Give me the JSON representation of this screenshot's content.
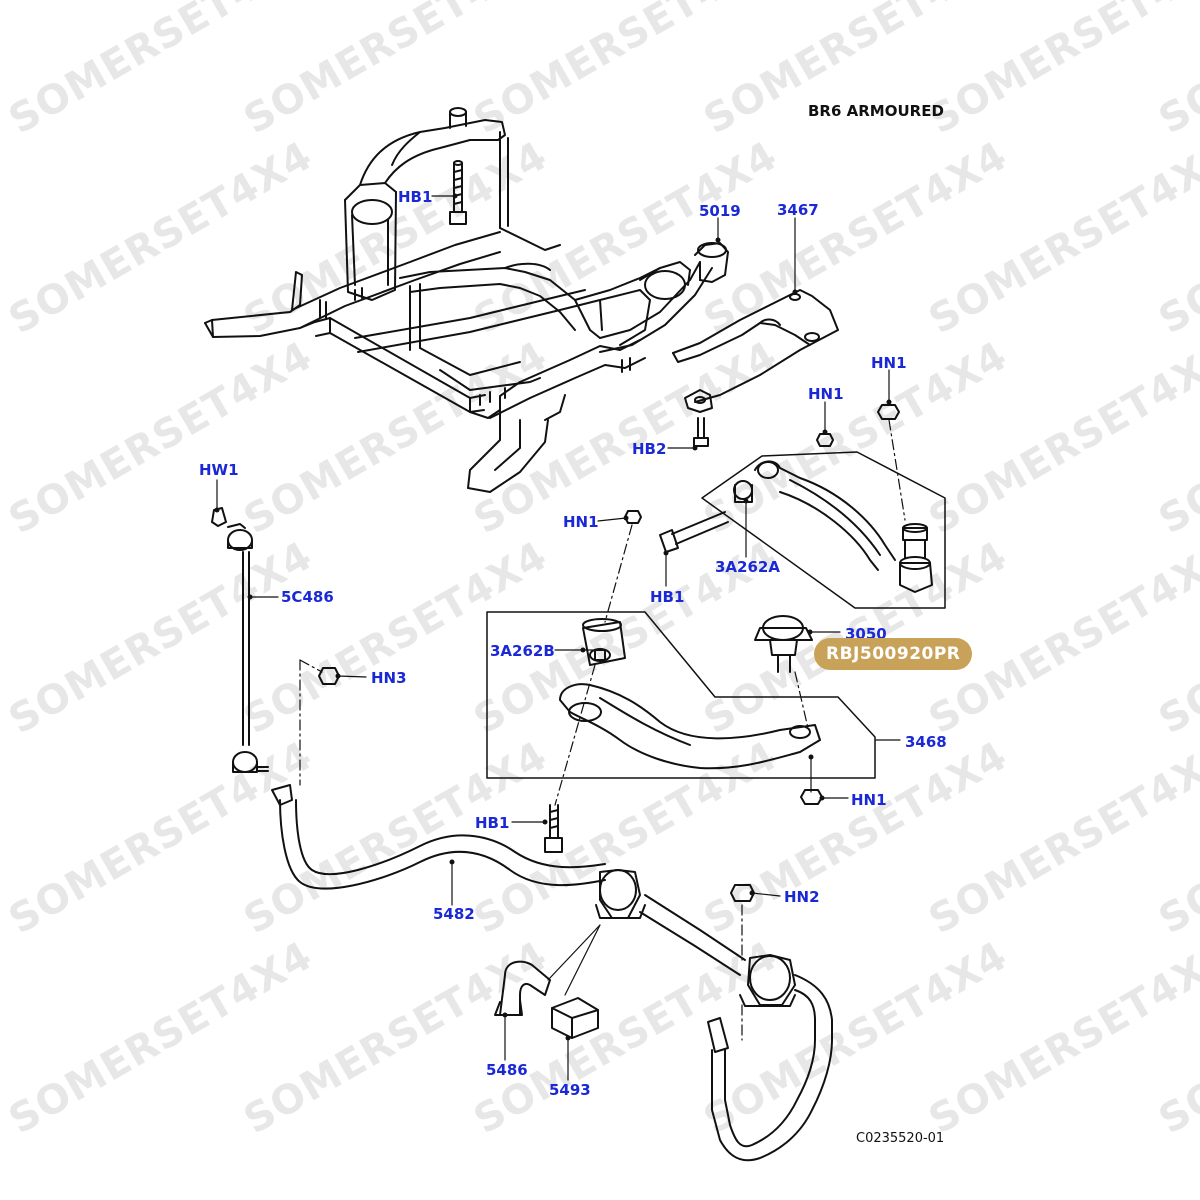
{
  "watermark": "SOMERSET4X4",
  "diagram": {
    "heading": "BR6 ARMOURED",
    "reference": "C0235520-01",
    "labels": [
      {
        "id": "hb1-top",
        "text": "HB1"
      },
      {
        "id": "5019",
        "text": "5019"
      },
      {
        "id": "3467",
        "text": "3467"
      },
      {
        "id": "hn1-right",
        "text": "HN1"
      },
      {
        "id": "hn1-mid",
        "text": "HN1"
      },
      {
        "id": "hb2",
        "text": "HB2"
      },
      {
        "id": "hw1",
        "text": "HW1"
      },
      {
        "id": "hn1-left",
        "text": "HN1"
      },
      {
        "id": "hb1-mid",
        "text": "HB1"
      },
      {
        "id": "3a262a",
        "text": "3A262A"
      },
      {
        "id": "5c486",
        "text": "5C486"
      },
      {
        "id": "3a262b",
        "text": "3A262B"
      },
      {
        "id": "3050",
        "text": "3050"
      },
      {
        "id": "hn3",
        "text": "HN3"
      },
      {
        "id": "3468",
        "text": "3468"
      },
      {
        "id": "hn1-bottom",
        "text": "HN1"
      },
      {
        "id": "hb1-bottom",
        "text": "HB1"
      },
      {
        "id": "5482",
        "text": "5482"
      },
      {
        "id": "hn2",
        "text": "HN2"
      },
      {
        "id": "5486",
        "text": "5486"
      },
      {
        "id": "5493",
        "text": "5493"
      }
    ]
  },
  "part_badge": {
    "text": "RBJ500920PR"
  }
}
